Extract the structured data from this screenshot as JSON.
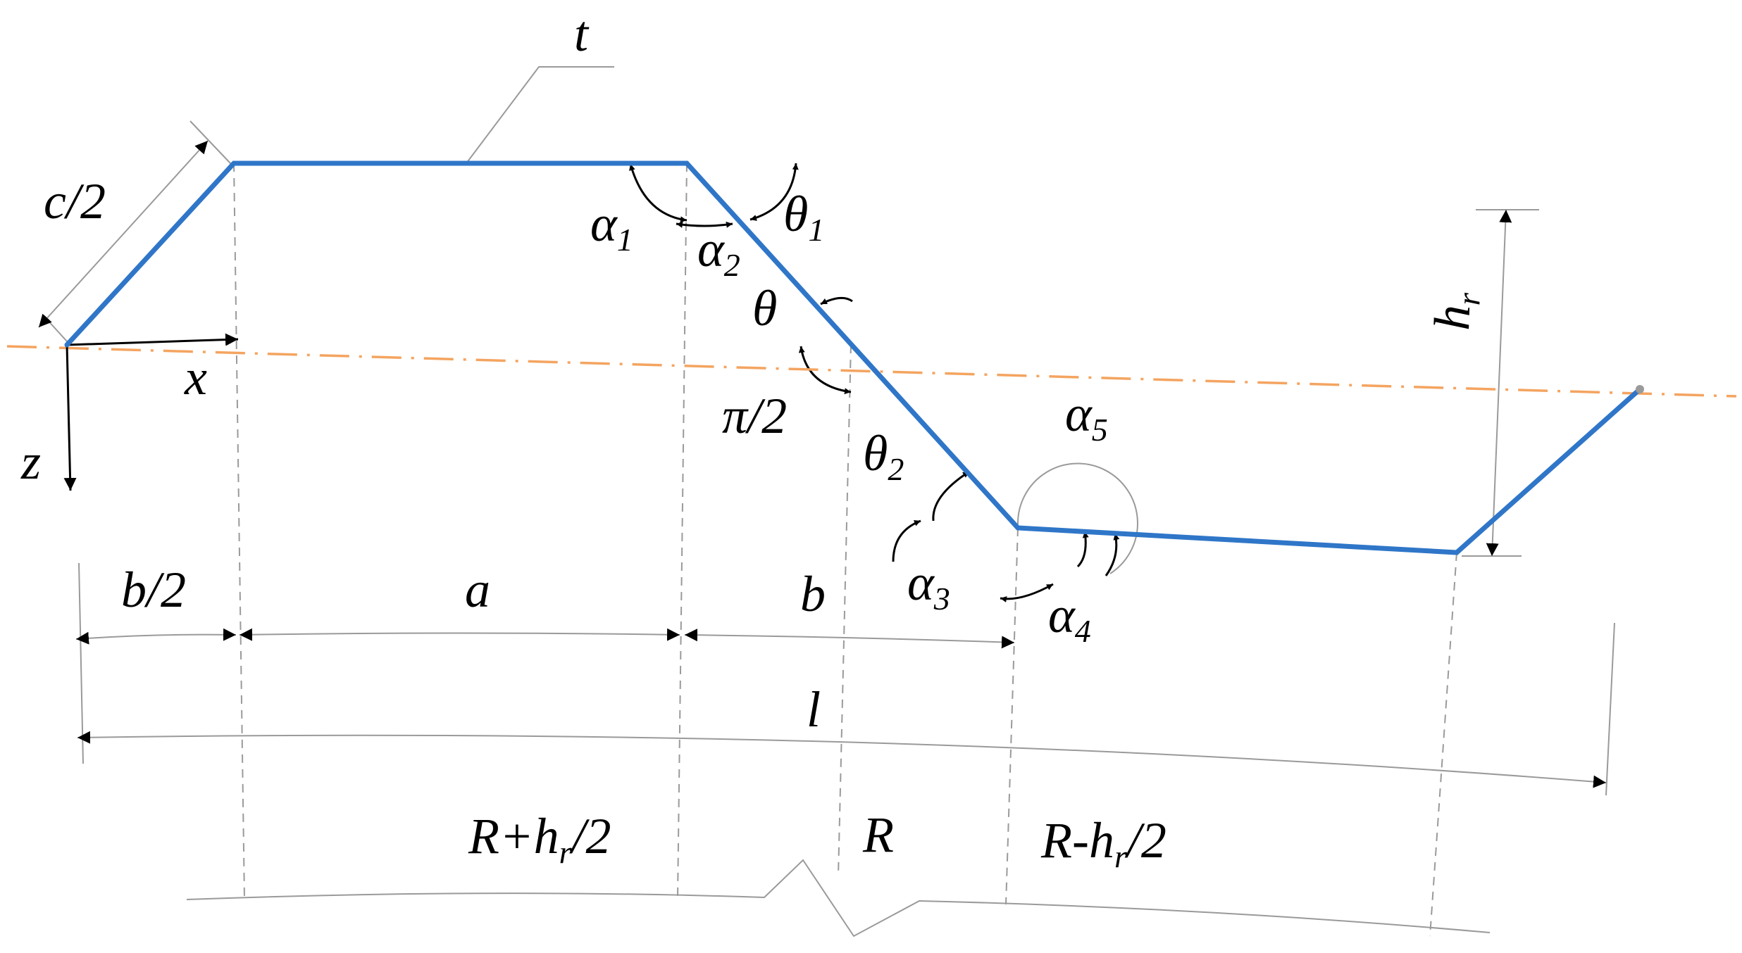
{
  "colors": {
    "profile": "#2f76c8",
    "centerline": "#f4a460",
    "construction": "#9a9a9a",
    "ink": "#000000"
  },
  "labels": {
    "t": "t",
    "c_half": "c/2",
    "x_axis": "x",
    "z_axis": "z",
    "alpha1": {
      "base": "α",
      "sub": "1"
    },
    "alpha2": {
      "base": "α",
      "sub": "2"
    },
    "theta1": {
      "base": "θ",
      "sub": "1"
    },
    "theta": "θ",
    "pi_half": "π/2",
    "theta2": {
      "base": "θ",
      "sub": "2"
    },
    "alpha3": {
      "base": "α",
      "sub": "3"
    },
    "alpha4": {
      "base": "α",
      "sub": "4"
    },
    "alpha5": {
      "base": "α",
      "sub": "5"
    },
    "h_r": {
      "base": "h",
      "sub": "r"
    },
    "b_half": "b/2",
    "a": "a",
    "b": "b",
    "l": "l",
    "radius_outer": {
      "pre": "R+h",
      "sub": "r",
      "post": "/2"
    },
    "radius_mid": "R",
    "radius_inner": {
      "pre": "R-h",
      "sub": "r",
      "post": "/2"
    }
  }
}
